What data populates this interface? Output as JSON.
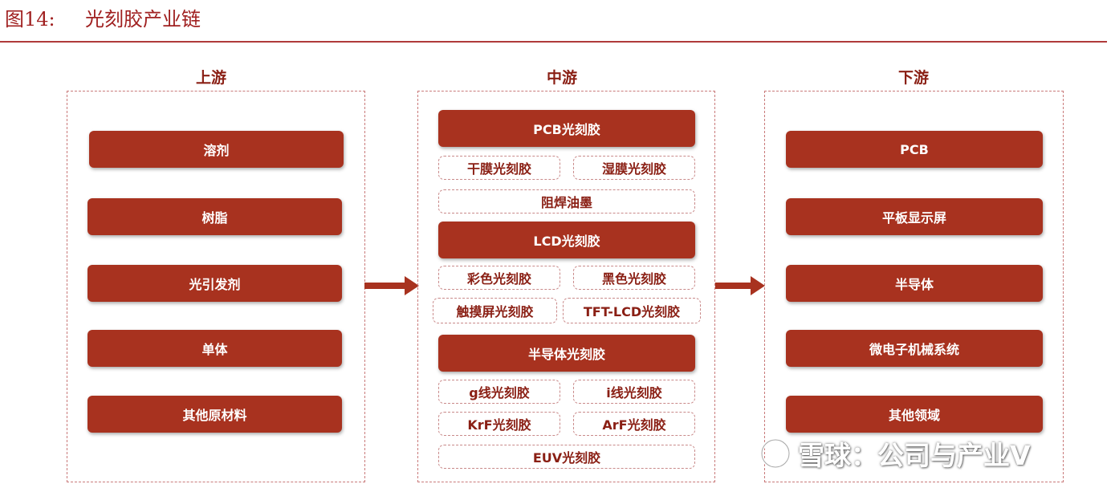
{
  "figure": {
    "number": "图14:",
    "title": "光刻胶产业链"
  },
  "upstream": {
    "heading": "上游",
    "items": [
      "溶剂",
      "树脂",
      "光引发剂",
      "单体",
      "其他原材料"
    ]
  },
  "midstream": {
    "heading": "中游",
    "pcb": {
      "label": "PCB光刻胶",
      "subs": [
        "干膜光刻胶",
        "湿膜光刻胶",
        "阻焊油墨"
      ]
    },
    "lcd": {
      "label": "LCD光刻胶",
      "subs": [
        "彩色光刻胶",
        "黑色光刻胶",
        "触摸屏光刻胶",
        "TFT-LCD光刻胶"
      ]
    },
    "semi": {
      "label": "半导体光刻胶",
      "subs": [
        "g线光刻胶",
        "i线光刻胶",
        "KrF光刻胶",
        "ArF光刻胶",
        "EUV光刻胶"
      ]
    }
  },
  "downstream": {
    "heading": "下游",
    "items": [
      "PCB",
      "平板显示屏",
      "半导体",
      "微电子机械系统",
      "其他领域"
    ]
  },
  "watermark": {
    "text": "雪球：公司与产业V"
  },
  "colors": {
    "accent": "#a8321f",
    "title": "#a02020",
    "border": "#c97a7a"
  }
}
